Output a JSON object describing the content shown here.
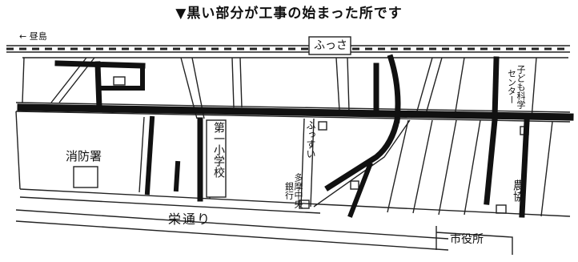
{
  "caption": "▼黒い部分が工事の始まった所です",
  "labels": {
    "station": "ふっさ",
    "railway_direction": "← 昼島",
    "fire_station": "消防署",
    "school": "第一小学校",
    "water_tower": "ふっすい",
    "bank": "多摩中央銀行",
    "youth_center": "子ども科学センター",
    "agri_coop": "農協",
    "avenue": "栄通り",
    "city_hall": "市役所"
  },
  "colors": {
    "road_outline": "#222222",
    "construction": "#111111",
    "background": "#ffffff"
  }
}
